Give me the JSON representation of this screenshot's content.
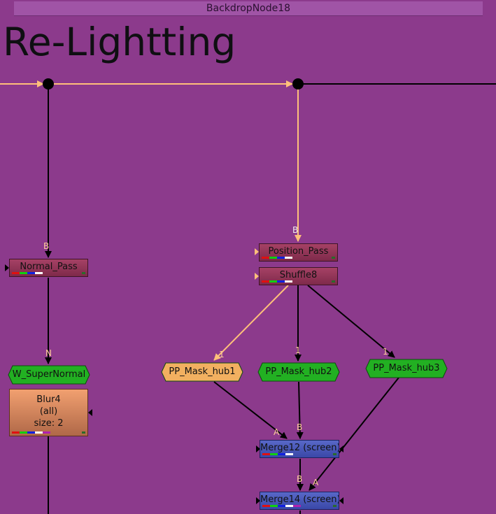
{
  "backdrop": {
    "header": "BackdropNode18",
    "title": "Re-Lightting",
    "color": "#8c3a8c"
  },
  "nodes": {
    "normal_pass": "Normal_Pass",
    "position_pass": "Position_Pass",
    "shuffle8": "Shuffle8",
    "w_supernormal": "W_SuperNormal",
    "blur4": {
      "line1": "Blur4",
      "line2": "(all)",
      "line3": "size: 2"
    },
    "pp_mask_hub1": "PP_Mask_hub1",
    "pp_mask_hub2": "PP_Mask_hub2",
    "pp_mask_hub3": "PP_Mask_hub3",
    "merge12": "Merge12 (screen)",
    "merge14": "Merge14 (screen)"
  },
  "input_labels": {
    "normal_pass_b": "B",
    "position_pass_b": "B",
    "w_supernormal_n": "N",
    "hub1_in": "1",
    "hub2_in": "1",
    "hub3_in": "1",
    "merge12_a": "A",
    "merge12_b": "B",
    "merge14_b": "B",
    "merge14_a": "A"
  },
  "colors": {
    "selected_pipe": "#ffc07a",
    "pipe": "#000000",
    "read_node": "#a64165",
    "merge_node": "#4a58b8",
    "blur_node": "#e0906a",
    "hub_green": "#22b022",
    "hub_selected": "#f2b060"
  }
}
